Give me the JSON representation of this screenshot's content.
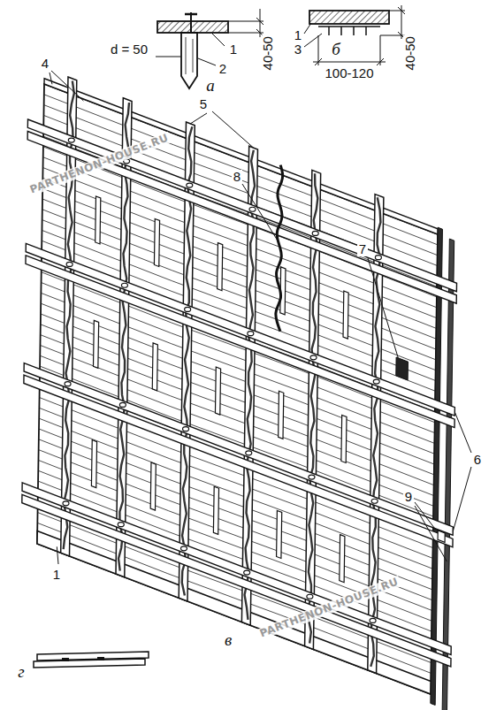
{
  "diagram": {
    "labels": [
      "1",
      "2",
      "d = 50",
      "40-50",
      "а",
      "1",
      "3",
      "40-50",
      "100-120",
      "б",
      "4",
      "5",
      "8",
      "7",
      "6",
      "9",
      "1",
      "в",
      "г",
      "PARTHENON-HOUSE.RU",
      "PARTHENON-HOUSE.RU"
    ]
  }
}
